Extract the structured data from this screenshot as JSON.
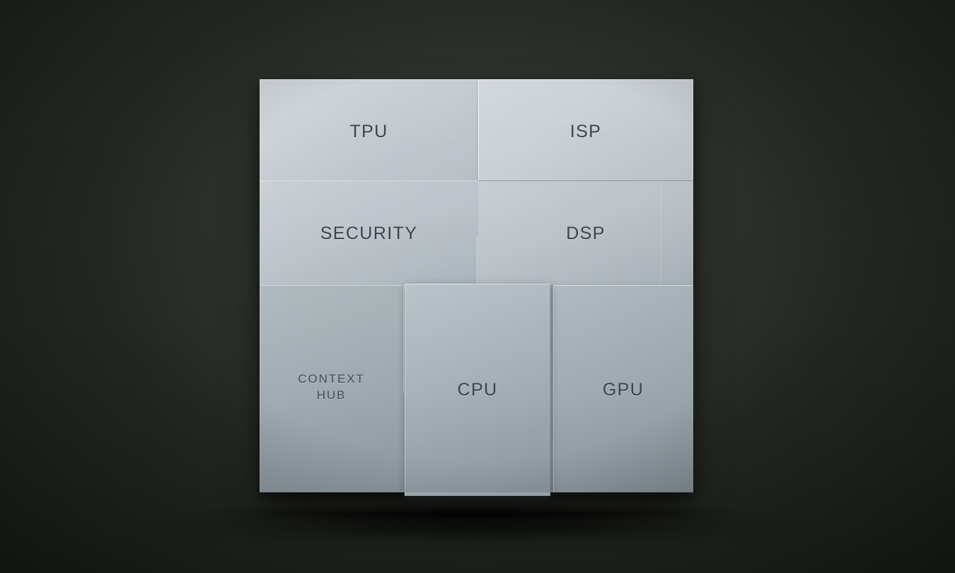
{
  "scene": {
    "kind": "chip-block-diagram",
    "background_color": "#282c27",
    "chip_surface_color": "#b8c0c7",
    "label_color": "#3b444b"
  },
  "chip": {
    "blocks": [
      {
        "id": "tpu",
        "label": "TPU",
        "row": 1,
        "col": 1
      },
      {
        "id": "isp",
        "label": "ISP",
        "row": 1,
        "col": 2
      },
      {
        "id": "security",
        "label": "SECURITY",
        "row": 2,
        "col": 1
      },
      {
        "id": "dsp",
        "label": "DSP",
        "row": 2,
        "col": 2
      },
      {
        "id": "context-hub",
        "label": "CONTEXT\nHUB",
        "row": 3,
        "col": 1
      },
      {
        "id": "cpu",
        "label": "CPU",
        "row": 3,
        "col": 2
      },
      {
        "id": "gpu",
        "label": "GPU",
        "row": 3,
        "col": 3
      }
    ]
  }
}
